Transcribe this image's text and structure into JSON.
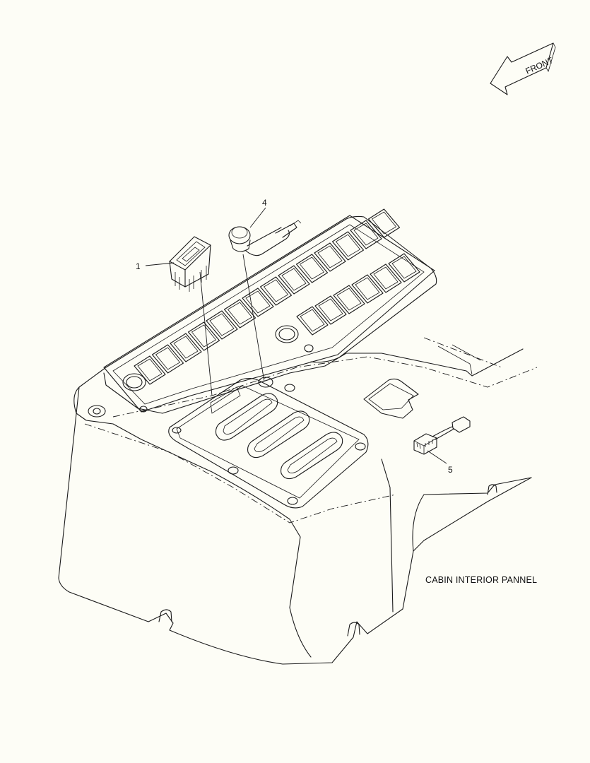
{
  "orientation_marker": {
    "label": "FRONT",
    "icon": "front-arrow-icon"
  },
  "callouts": [
    {
      "id": "1",
      "part": "rocker-switch"
    },
    {
      "id": "4",
      "part": "push-button"
    },
    {
      "id": "5",
      "part": "connector-harness"
    }
  ],
  "caption": "CABIN INTERIOR PANNEL"
}
